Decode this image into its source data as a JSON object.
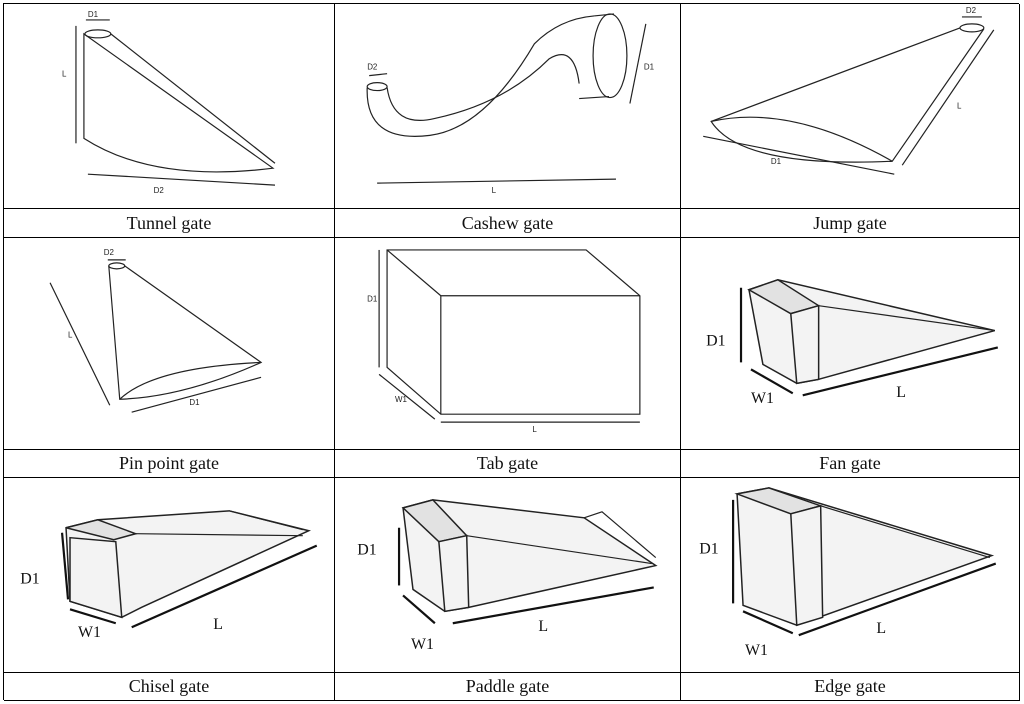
{
  "gates": [
    {
      "caption": "Tunnel gate",
      "labels": {
        "d1": "D1",
        "l": "L",
        "d2": "D2"
      }
    },
    {
      "caption": "Cashew gate",
      "labels": {
        "d2": "D2",
        "d1": "D1",
        "l": "L"
      }
    },
    {
      "caption": "Jump gate",
      "labels": {
        "d2": "D2",
        "l": "L",
        "d1": "D1"
      }
    },
    {
      "caption": "Pin point gate",
      "labels": {
        "d2": "D2",
        "l": "L",
        "d1": "D1"
      }
    },
    {
      "caption": "Tab gate",
      "labels": {
        "d1": "D1",
        "w1": "W1",
        "l": "L"
      }
    },
    {
      "caption": "Fan gate",
      "labels": {
        "d1": "D1",
        "w1": "W1",
        "l": "L"
      }
    },
    {
      "caption": "Chisel gate",
      "labels": {
        "d1": "D1",
        "w1": "W1",
        "l": "L"
      }
    },
    {
      "caption": "Paddle gate",
      "labels": {
        "d1": "D1",
        "w1": "W1",
        "l": "L"
      }
    },
    {
      "caption": "Edge gate",
      "labels": {
        "d1": "D1",
        "w1": "W1",
        "l": "L"
      }
    }
  ]
}
